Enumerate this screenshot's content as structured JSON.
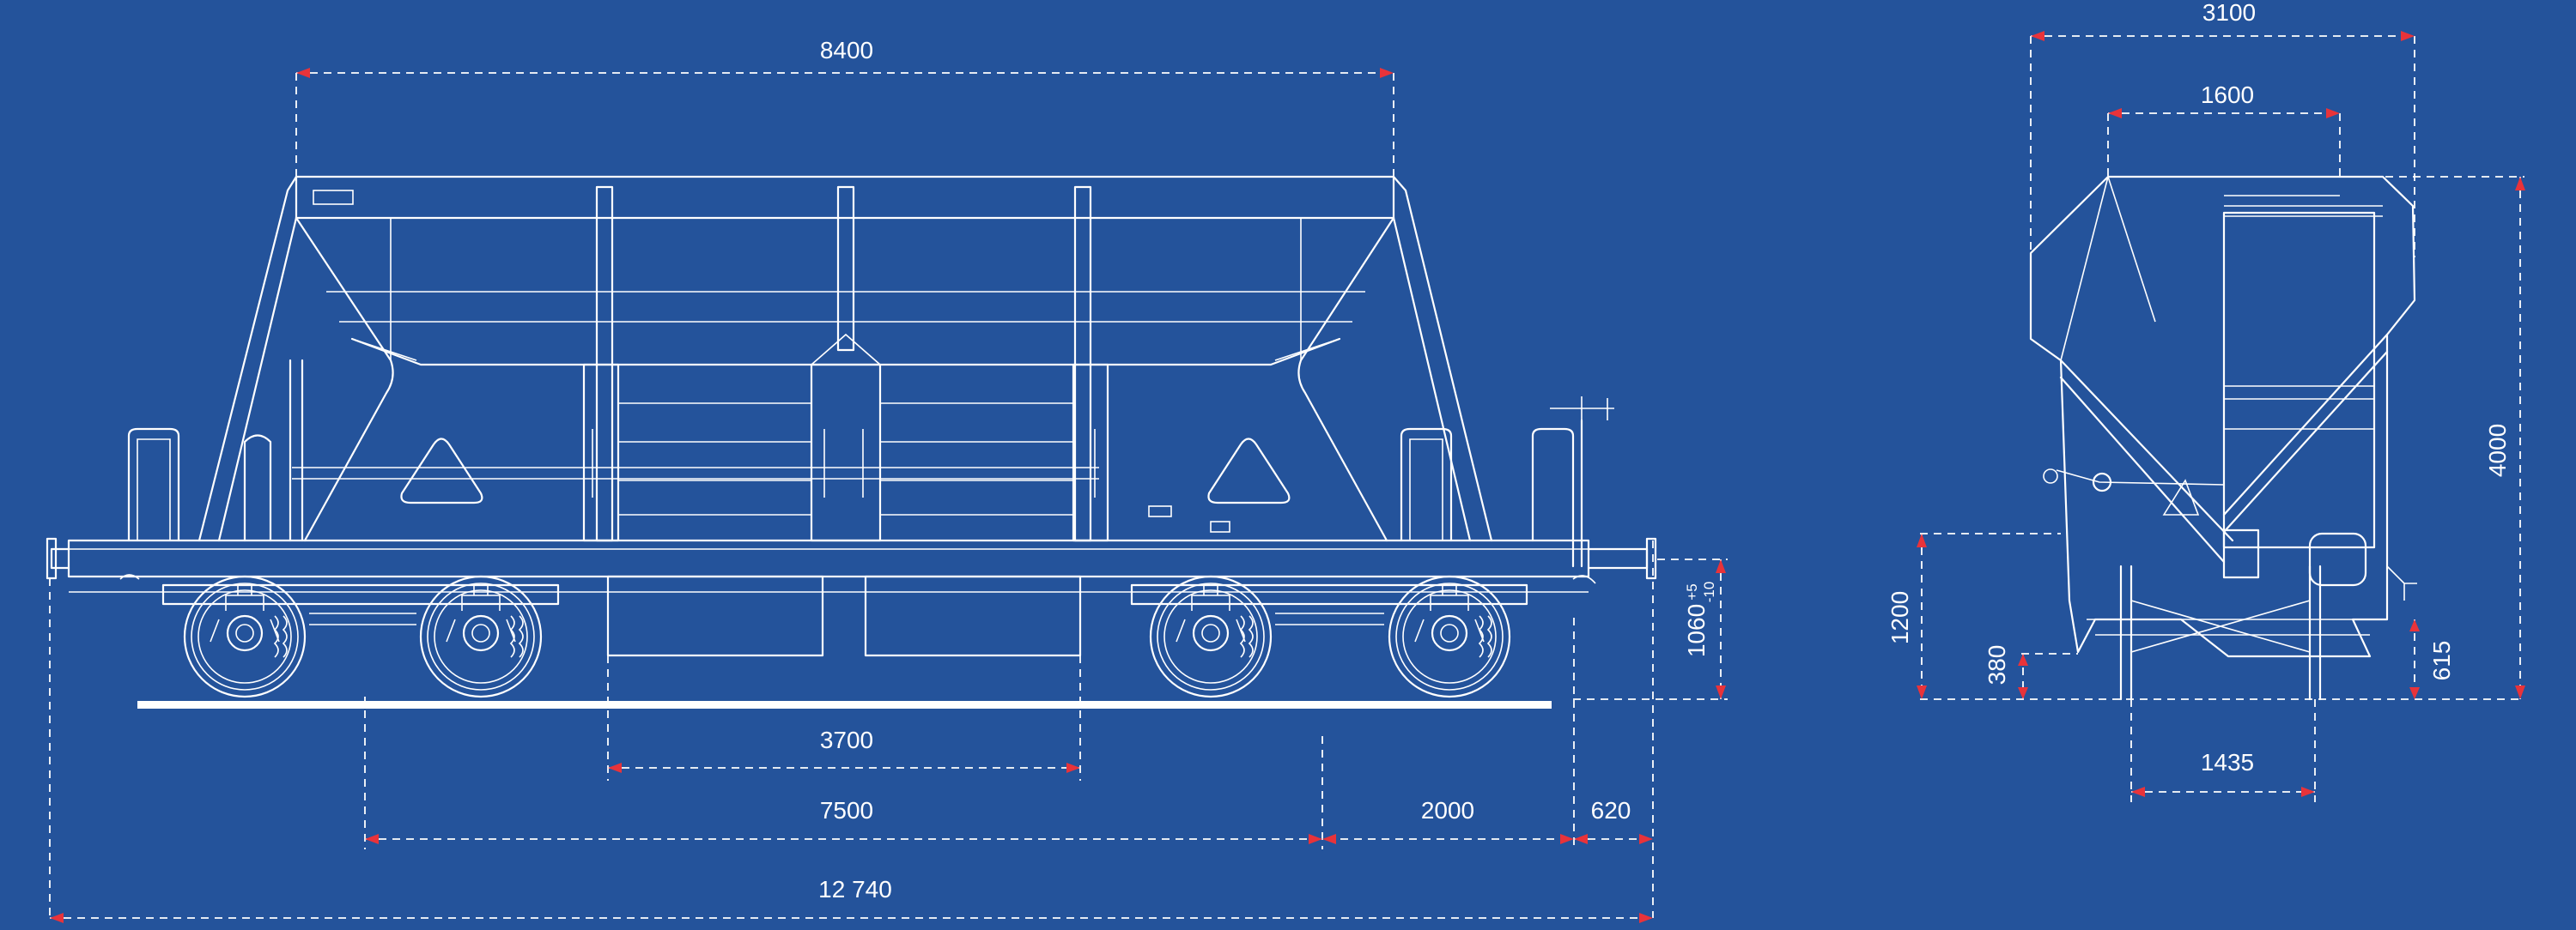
{
  "colors": {
    "background": "#24539b",
    "lines": "#ffffff",
    "arrows": "#e8333a"
  },
  "side_view": {
    "dims": {
      "hopper_length": "8400",
      "outlet_spacing": "3700",
      "bogie_centers": "7500",
      "overhang": "2000",
      "buffer_length": "620",
      "length_over_buffers": "12 740",
      "buffer_height": "1060",
      "buffer_tol_plus": "+5",
      "buffer_tol_minus": "-10"
    }
  },
  "end_view": {
    "dims": {
      "overall_width": "3100",
      "top_opening": "1600",
      "height": "4000",
      "platform_height": "1200",
      "outlet_height": "380",
      "step_height": "615",
      "track_gauge": "1435"
    }
  }
}
